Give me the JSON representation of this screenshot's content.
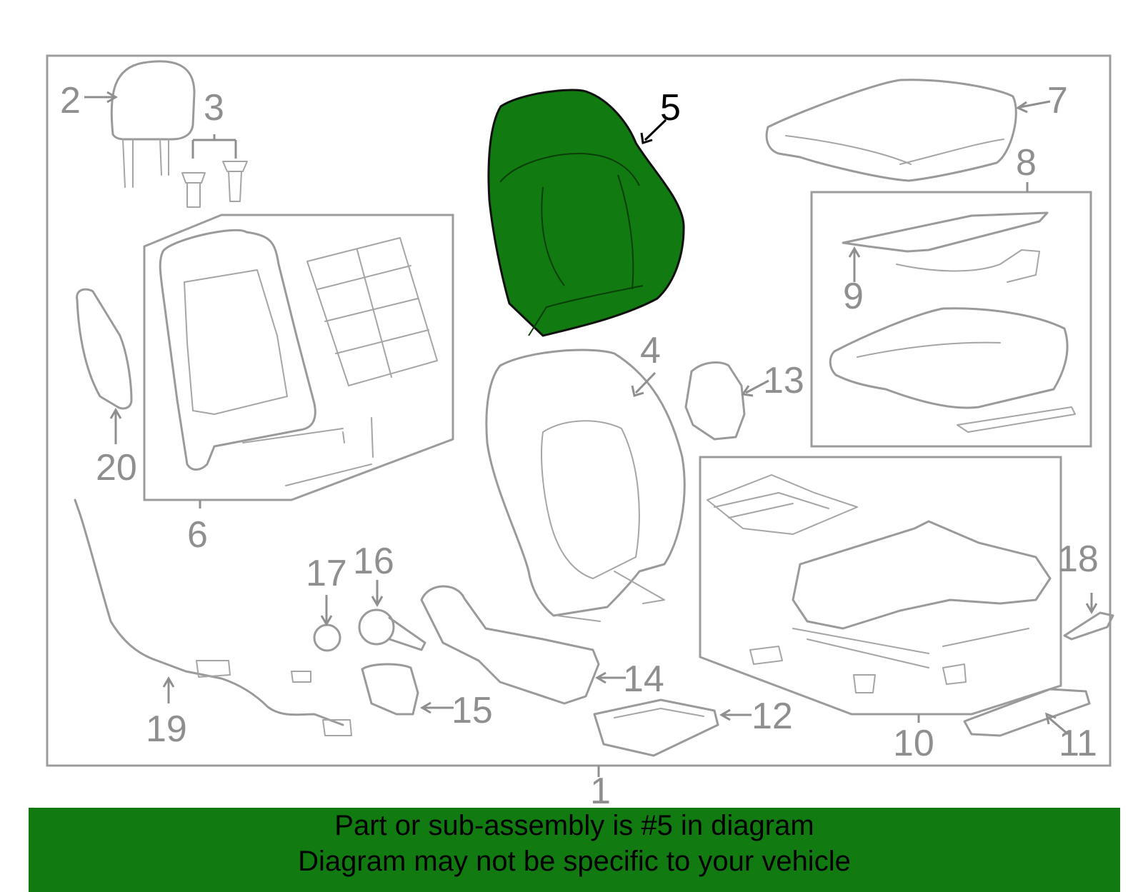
{
  "diagram": {
    "highlighted_part": "5",
    "highlight_color": "#117a11",
    "callouts": {
      "c1": "1",
      "c2": "2",
      "c3": "3",
      "c4": "4",
      "c5": "5",
      "c6": "6",
      "c7": "7",
      "c8": "8",
      "c9": "9",
      "c10": "10",
      "c11": "11",
      "c12": "12",
      "c13": "13",
      "c14": "14",
      "c15": "15",
      "c16": "16",
      "c17": "17",
      "c18": "18",
      "c19": "19",
      "c20": "20"
    }
  },
  "banner": {
    "line1": "Part or sub-assembly is #5 in diagram",
    "line2": "Diagram may not be specific to your vehicle",
    "background": "#117a11"
  }
}
